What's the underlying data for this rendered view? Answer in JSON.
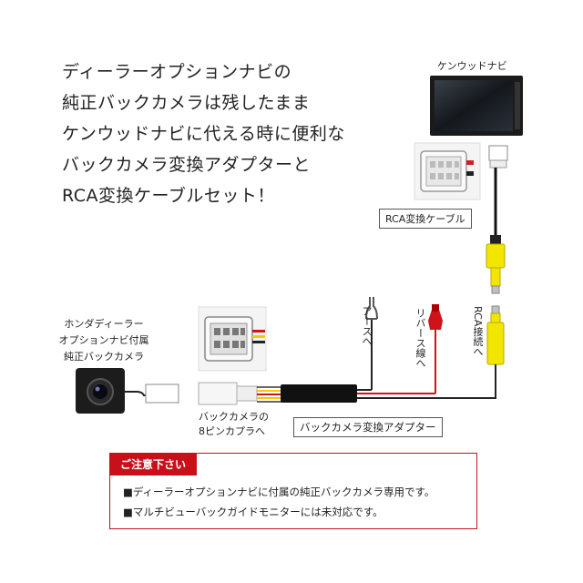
{
  "headline": {
    "lines": [
      "ディーラーオプションナビの",
      "純正バックカメラは残したまま",
      "ケンウッドナビに代える時に便利な",
      "バックカメラ変換アダプターと",
      "RCA変換ケーブルセット！"
    ]
  },
  "labels": {
    "kenwood_navi": "ケンウッドナビ",
    "rca_cable": "RCA変換ケーブル",
    "camera_title": [
      "ホンダディーラー",
      "オプションナビ付属",
      "純正バックカメラ"
    ],
    "coupler": [
      "バックカメラの",
      "8ピンカプラへ"
    ],
    "adapter": "バックカメラ変換アダプター",
    "ground": "アースへ",
    "reverse": "リバース線へ",
    "rca_connect": "RCA接続へ"
  },
  "notice": {
    "title": "ご注意下さい",
    "items": [
      "■ディーラーオプションナビに付属の純正バックカメラ専用です。",
      "■マルチビューバックガイドモニターには未対応です。"
    ]
  },
  "colors": {
    "accent_red": "#c8101a",
    "rca_yellow": "#f2e600",
    "wire_red": "#d0121b",
    "wire_yellow": "#f5c800"
  }
}
